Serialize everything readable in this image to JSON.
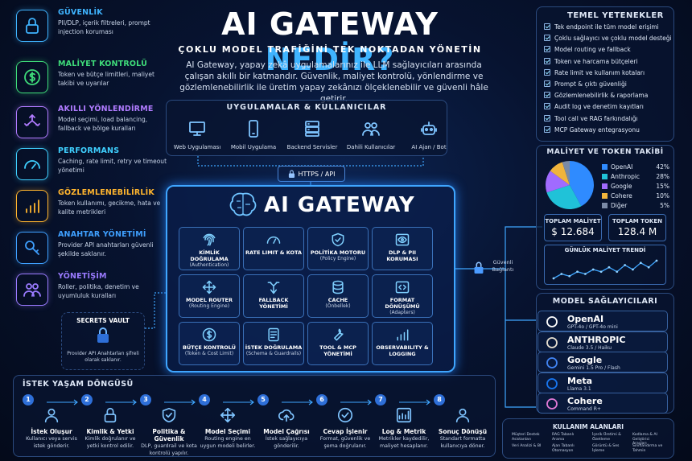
{
  "title": {
    "main": "AI GATEWAY",
    "accent": "NEDİR?",
    "subtitle": "ÇOKLU MODEL TRAFİĞİNİ TEK NOKTADAN YÖNETİN",
    "intro": "AI Gateway, yapay zekâ uygulamalarınız ile LLM sağlayıcıları arasında çalışan akıllı bir katmandır. Güvenlik, maliyet kontrolü, yönlendirme ve gözlemlenebilirlik ile üretim yapay zekânızı ölçeklenebilir ve güvenli hâle getirir."
  },
  "left_features": [
    {
      "title": "GÜVENLİK",
      "desc": "PII/DLP, içerik filtreleri, prompt injection koruması",
      "color": "#3fb4ff",
      "icon": "lock-icon"
    },
    {
      "title": "MALİYET KONTROLÜ",
      "desc": "Token ve bütçe limitleri, maliyet takibi ve uyarılar",
      "color": "#3fdc7a",
      "icon": "dollar-icon"
    },
    {
      "title": "AKILLI YÖNLENDİRME",
      "desc": "Model seçimi, load balancing, fallback ve bölge kuralları",
      "color": "#b07bff",
      "icon": "routing-arrows-icon"
    },
    {
      "title": "PERFORMANS",
      "desc": "Caching, rate limit, retry ve timeout yönetimi",
      "color": "#3fd0ff",
      "icon": "speedometer-icon"
    },
    {
      "title": "GÖZLEMLENEBİLİRLİK",
      "desc": "Token kullanımı, gecikme, hata ve kalite metrikleri",
      "color": "#ffb52e",
      "icon": "bar-chart-icon"
    },
    {
      "title": "ANAHTAR YÖNETİMİ",
      "desc": "Provider API anahtarları güvenli şekilde saklanır.",
      "color": "#3fa0ff",
      "icon": "key-icon"
    },
    {
      "title": "YÖNETİŞİM",
      "desc": "Roller, politika, denetim ve uyumluluk kuralları",
      "color": "#9a7bff",
      "icon": "users-icon"
    }
  ],
  "vault": {
    "title": "SECRETS VAULT",
    "desc": "Provider API Anahtarları şifreli olarak saklanır."
  },
  "apps": {
    "title": "UYGULAMALAR & KULLANICILAR",
    "items": [
      "Web Uygulaması",
      "Mobil Uygulama",
      "Backend Servisler",
      "Dahili Kullanıcılar",
      "AI Ajan / Bot"
    ]
  },
  "https_label": "HTTPS / API",
  "gateway": {
    "title": "AI GATEWAY",
    "modules": [
      {
        "label": "KİMLİK DOĞRULAMA",
        "sub": "(Authentication)",
        "icon": "fingerprint-icon"
      },
      {
        "label": "RATE LIMIT & KOTA",
        "sub": "",
        "icon": "gauge-icon"
      },
      {
        "label": "POLİTİKA MOTORU",
        "sub": "(Policy Engine)",
        "icon": "shield-check-icon"
      },
      {
        "label": "DLP & PII KORUMASI",
        "sub": "",
        "icon": "eye-icon"
      },
      {
        "label": "MODEL ROUTER",
        "sub": "(Routing Engine)",
        "icon": "router-icon"
      },
      {
        "label": "FALLBACK YÖNETİMİ",
        "sub": "",
        "icon": "fallback-icon"
      },
      {
        "label": "CACHE",
        "sub": "(Önbellek)",
        "icon": "database-icon"
      },
      {
        "label": "FORMAT DÖNÜŞÜMÜ",
        "sub": "(Adapters)",
        "icon": "code-icon"
      },
      {
        "label": "BÜTÇE KONTROLÜ",
        "sub": "(Token & Cost Limit)",
        "icon": "coin-icon"
      },
      {
        "label": "İSTEK DOĞRULAMA",
        "sub": "(Schema & Guardrails)",
        "icon": "checklist-icon"
      },
      {
        "label": "TOOL & MCP YÖNETİMİ",
        "sub": "",
        "icon": "wrench-icon"
      },
      {
        "label": "OBSERVABILITY & LOGGING",
        "sub": "",
        "icon": "bar-chart-icon"
      }
    ]
  },
  "secure_link": "Güvenli Bağlantı",
  "key_features": {
    "title": "TEMEL YETENEKLER",
    "items": [
      "Tek endpoint ile tüm model erişimi",
      "Çoklu sağlayıcı ve çoklu model desteği",
      "Model routing ve fallback",
      "Token ve harcama bütçeleri",
      "Rate limit ve kullanım kotaları",
      "Prompt & çıktı güvenliği",
      "Gözlemlenebilirlik & raporlama",
      "Audit log ve denetim kayıtları",
      "Tool call ve RAG farkındalığı",
      "MCP Gateway entegrasyonu"
    ]
  },
  "cost": {
    "title": "MALİYET VE TOKEN TAKİBİ",
    "total_cost_label": "TOPLAM MALİYET",
    "total_cost": "$ 12.684",
    "total_token_label": "TOPLAM TOKEN",
    "total_token": "128.4 M",
    "trend_title": "GÜNLÜK MALİYET TRENDİ"
  },
  "chart_data": [
    {
      "type": "pie",
      "categories": [
        "OpenAI",
        "Anthropic",
        "Google",
        "Cohere",
        "Diğer"
      ],
      "values": [
        42,
        28,
        15,
        10,
        5
      ],
      "labels": [
        "42%",
        "28%",
        "15%",
        "10%",
        "5%"
      ],
      "colors": [
        "#2f8bff",
        "#20c2d8",
        "#a06bff",
        "#f0b43c",
        "#7a8aa6"
      ],
      "legend": "right"
    },
    {
      "type": "line",
      "title": "GÜNLÜK MALİYET TRENDİ",
      "values": [
        3,
        5,
        4,
        6,
        5,
        7,
        6,
        8,
        6,
        9,
        7,
        10,
        8,
        11
      ],
      "grid": false
    }
  ],
  "providers_title": "MODEL SAĞLAYICILARI",
  "providers": [
    {
      "name": "OpenAI",
      "sub": "GPT-4o / GPT-4o mini",
      "icon": "openai-logo-icon"
    },
    {
      "name": "ANTHROPIC",
      "sub": "Claude 3.5 / Haiku",
      "icon": "anthropic-logo-icon"
    },
    {
      "name": "Google",
      "sub": "Gemini 1.5 Pro / Flash",
      "icon": "google-logo-icon"
    },
    {
      "name": "Meta",
      "sub": "Llama 3.1",
      "icon": "meta-logo-icon"
    },
    {
      "name": "Cohere",
      "sub": "Command R+",
      "icon": "cohere-logo-icon"
    }
  ],
  "lifecycle": {
    "title": "İSTEK YAŞAM DÖNGÜSÜ",
    "steps": [
      {
        "num": "1",
        "title": "İstek Oluşur",
        "desc": "Kullanıcı veya servis istek gönderir.",
        "icon": "user-icon"
      },
      {
        "num": "2",
        "title": "Kimlik & Yetki",
        "desc": "Kimlik doğrulanır ve yetki kontrol edilir.",
        "icon": "lock-icon"
      },
      {
        "num": "3",
        "title": "Politika & Güvenlik",
        "desc": "DLP, guardrail ve kota kontrolü yapılır.",
        "icon": "shield-check-icon"
      },
      {
        "num": "4",
        "title": "Model Seçimi",
        "desc": "Routing engine en uygun modeli belirler.",
        "icon": "router-icon"
      },
      {
        "num": "5",
        "title": "Model Çağrısı",
        "desc": "İstek sağlayıcıya gönderilir.",
        "icon": "cloud-upload-icon"
      },
      {
        "num": "6",
        "title": "Cevap İşlenir",
        "desc": "Format, güvenlik ve şema doğrulanır.",
        "icon": "check-circle-icon"
      },
      {
        "num": "7",
        "title": "Log & Metrik",
        "desc": "Metrikler kaydedilir, maliyet hesaplanır.",
        "icon": "line-chart-icon"
      },
      {
        "num": "8",
        "title": "Sonuç Dönüşü",
        "desc": "Standart formatta kullanıcıya döner.",
        "icon": "user-icon"
      }
    ]
  },
  "use_cases": {
    "title": "KULLANIM ALANLARI",
    "items": [
      "Müşteri Destek Asistanları",
      "RAG Tabanlı Arama",
      "İçerik Üretimi & Özetleme",
      "Kodlama & AI Geliştirici Araçları",
      "Veri Analizi & BI",
      "Ajan Tabanlı Otomasyon",
      "Görüntü & Ses İşleme",
      "Sınıflandırma ve Tahmin"
    ]
  }
}
